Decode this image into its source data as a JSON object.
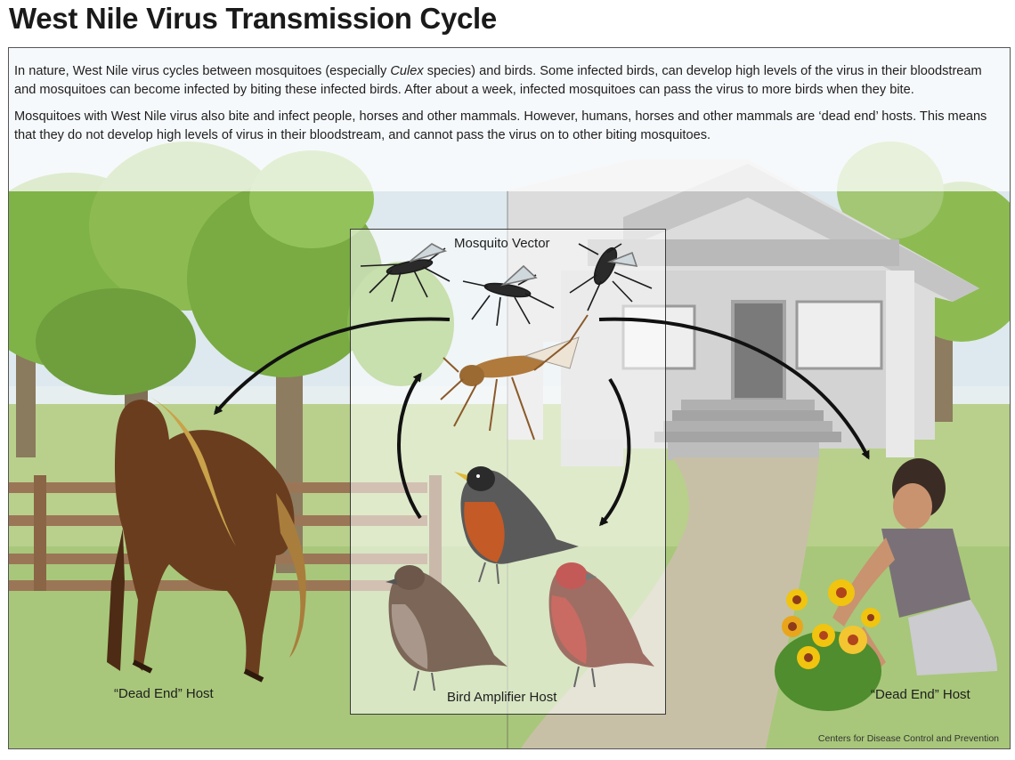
{
  "title": "West Nile Virus Transmission Cycle",
  "intro": {
    "p1_a": "In nature, West Nile virus cycles between mosquitoes (especially ",
    "p1_em": "Culex",
    "p1_b": " species) and birds.  Some infected birds, can develop high levels of the virus in their bloodstream and mosquitoes can become infected by biting these infected birds. After about a week, infected mosquitoes can pass the virus to more birds when they bite.",
    "p2": "Mosquitoes with West Nile virus also bite and infect people, horses and other mammals. However, humans, horses and other mammals are ‘dead end’ hosts.  This means that they do not develop high levels of virus in their bloodstream, and cannot pass the virus on to other biting mosquitoes."
  },
  "labels": {
    "mosquito_vector": "Mosquito Vector",
    "bird_host": "Bird Amplifier Host",
    "horse_host": "“Dead End” Host",
    "human_host": "“Dead End” Host"
  },
  "credit": "Centers for Disease Control and Prevention",
  "colors": {
    "sky": "#e6eef0",
    "grass": "#b5cf8a",
    "foliage": "#8dbb52",
    "horse": "#6b3d1f",
    "arrow": "#111111"
  }
}
